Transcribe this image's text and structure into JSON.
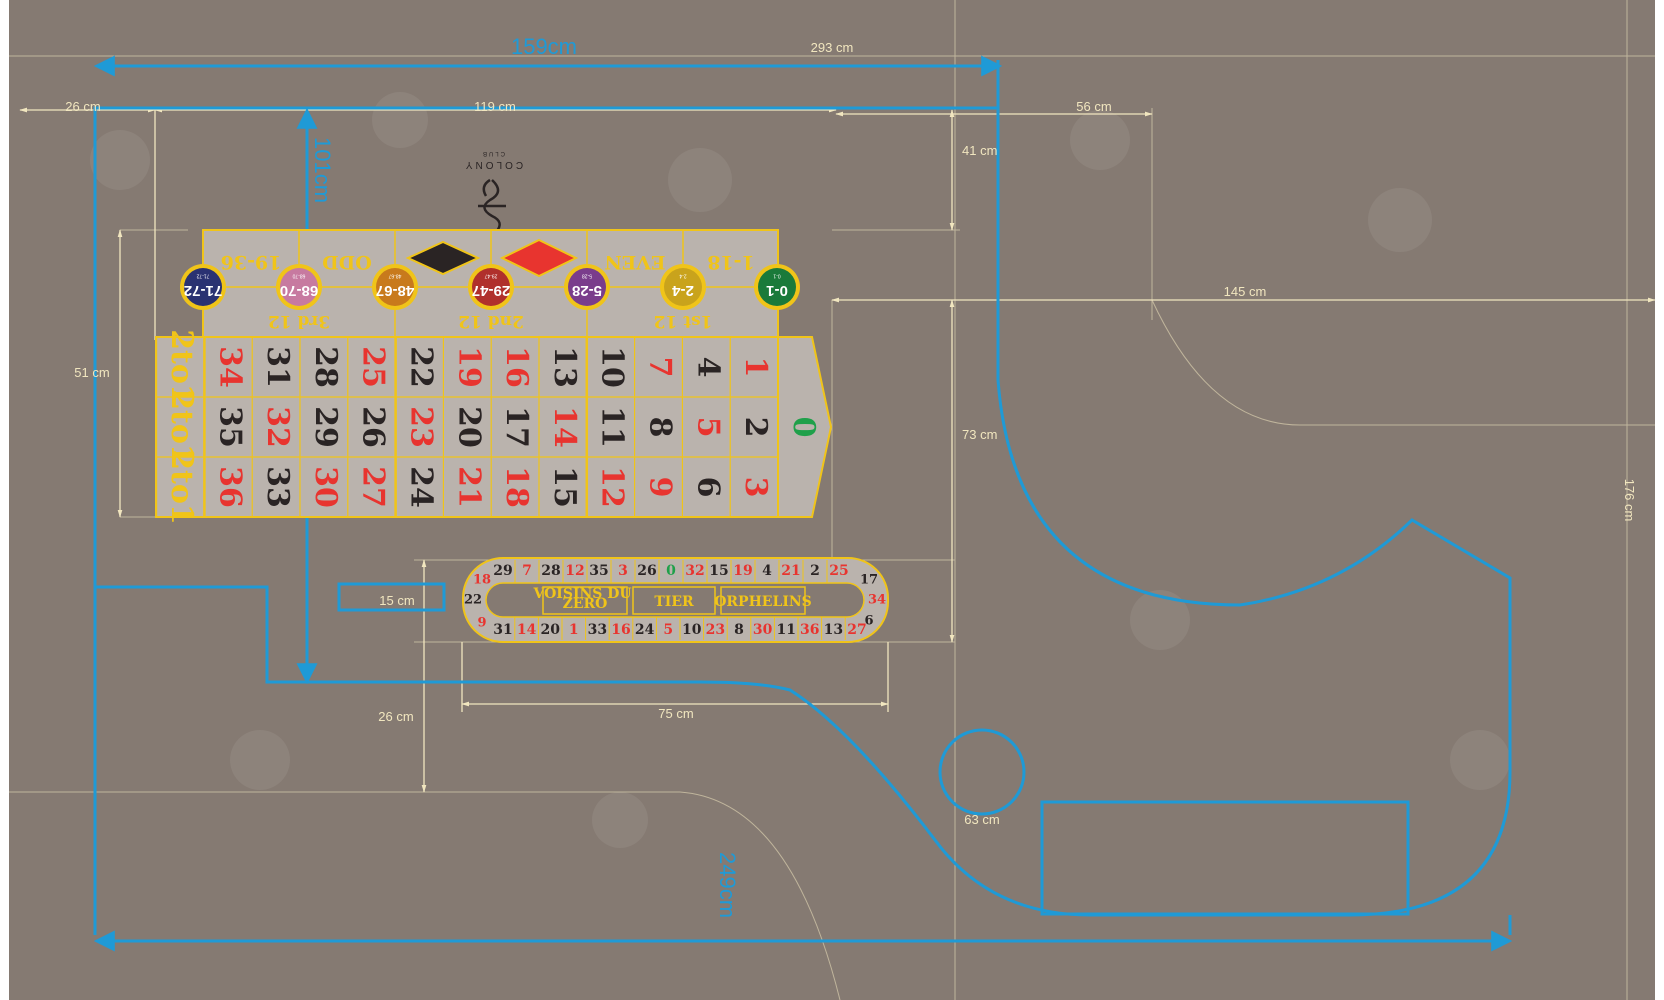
{
  "logo": {
    "text": "COLONY",
    "sub": "CLUB"
  },
  "dimensions": {
    "top_total": "293 cm",
    "outline_width": "159cm",
    "left_margin": "26 cm",
    "layout_width": "119 cm",
    "right_gap": "56 cm",
    "outline_height": "101cm",
    "top_gap": "41 cm",
    "layout_height": "51 cm",
    "side_width": "145 cm",
    "mid_height": "73 cm",
    "right_height": "176 cm",
    "small_box": "15 cm",
    "lower_gap": "26 cm",
    "racetrack_width": "75 cm",
    "circle": "63 cm",
    "bottom_width": "249cm"
  },
  "outside_bets": [
    "1-18",
    "EVEN",
    "ODD",
    "19-36"
  ],
  "dozens": [
    "1st 12",
    "2nd 12",
    "3rd 12"
  ],
  "zero": "0",
  "column_bet": "2to1",
  "chips": [
    {
      "label": "0-1",
      "mini": "0-1",
      "color": "#1a7a3a"
    },
    {
      "label": "2-4",
      "mini": "2-4",
      "color": "#c9a31c"
    },
    {
      "label": "5-28",
      "mini": "5-28",
      "color": "#7a3d8c"
    },
    {
      "label": "29-47",
      "mini": "29-47",
      "color": "#b0302c"
    },
    {
      "label": "48-67",
      "mini": "48-67",
      "color": "#c87a1c"
    },
    {
      "label": "68-70",
      "mini": "68-70",
      "color": "#c77aa0"
    },
    {
      "label": "71-72",
      "mini": "71-72",
      "color": "#2a3272"
    }
  ],
  "grid": {
    "top_row": [
      "1",
      "4",
      "7",
      "10",
      "13",
      "16",
      "19",
      "22",
      "25",
      "28",
      "31",
      "34"
    ],
    "mid_row": [
      "2",
      "5",
      "8",
      "11",
      "14",
      "17",
      "20",
      "23",
      "26",
      "29",
      "32",
      "35"
    ],
    "bot_row": [
      "3",
      "6",
      "9",
      "12",
      "15",
      "18",
      "21",
      "24",
      "27",
      "30",
      "33",
      "36"
    ],
    "top_red": [
      true,
      false,
      true,
      false,
      false,
      true,
      true,
      false,
      true,
      false,
      false,
      true
    ],
    "mid_red": [
      false,
      true,
      false,
      false,
      true,
      false,
      false,
      true,
      false,
      false,
      true,
      false
    ],
    "bot_red": [
      true,
      false,
      true,
      true,
      false,
      true,
      true,
      false,
      true,
      true,
      false,
      true
    ]
  },
  "racetrack": {
    "top": [
      "29",
      "7",
      "28",
      "12",
      "35",
      "3",
      "26",
      "0",
      "32",
      "15",
      "19",
      "4",
      "21",
      "2",
      "25"
    ],
    "top_colors": [
      "black",
      "red",
      "black",
      "red",
      "black",
      "red",
      "black",
      "green",
      "red",
      "black",
      "red",
      "black",
      "red",
      "black",
      "red"
    ],
    "bottom": [
      "31",
      "14",
      "20",
      "1",
      "33",
      "16",
      "24",
      "5",
      "10",
      "23",
      "8",
      "30",
      "11",
      "36",
      "13",
      "27"
    ],
    "bottom_colors": [
      "black",
      "red",
      "black",
      "red",
      "black",
      "red",
      "black",
      "red",
      "black",
      "red",
      "black",
      "red",
      "black",
      "red",
      "black",
      "red"
    ],
    "left": [
      "18",
      "22",
      "9"
    ],
    "left_colors": [
      "red",
      "black",
      "red"
    ],
    "right": [
      "17",
      "34",
      "6"
    ],
    "right_colors": [
      "black",
      "red",
      "black"
    ],
    "sections": [
      "VOISINS DU ZERO",
      "TIER",
      "ORPHELINS"
    ]
  },
  "colors": {
    "felt": "#857a72",
    "layout_bg": "#bab3ad",
    "gold": "#f0c419",
    "red": "#e8342f",
    "black": "#2a2424",
    "green": "#1fa04a",
    "outline": "#1f9ad6",
    "dim_line": "#f1e6bf"
  }
}
